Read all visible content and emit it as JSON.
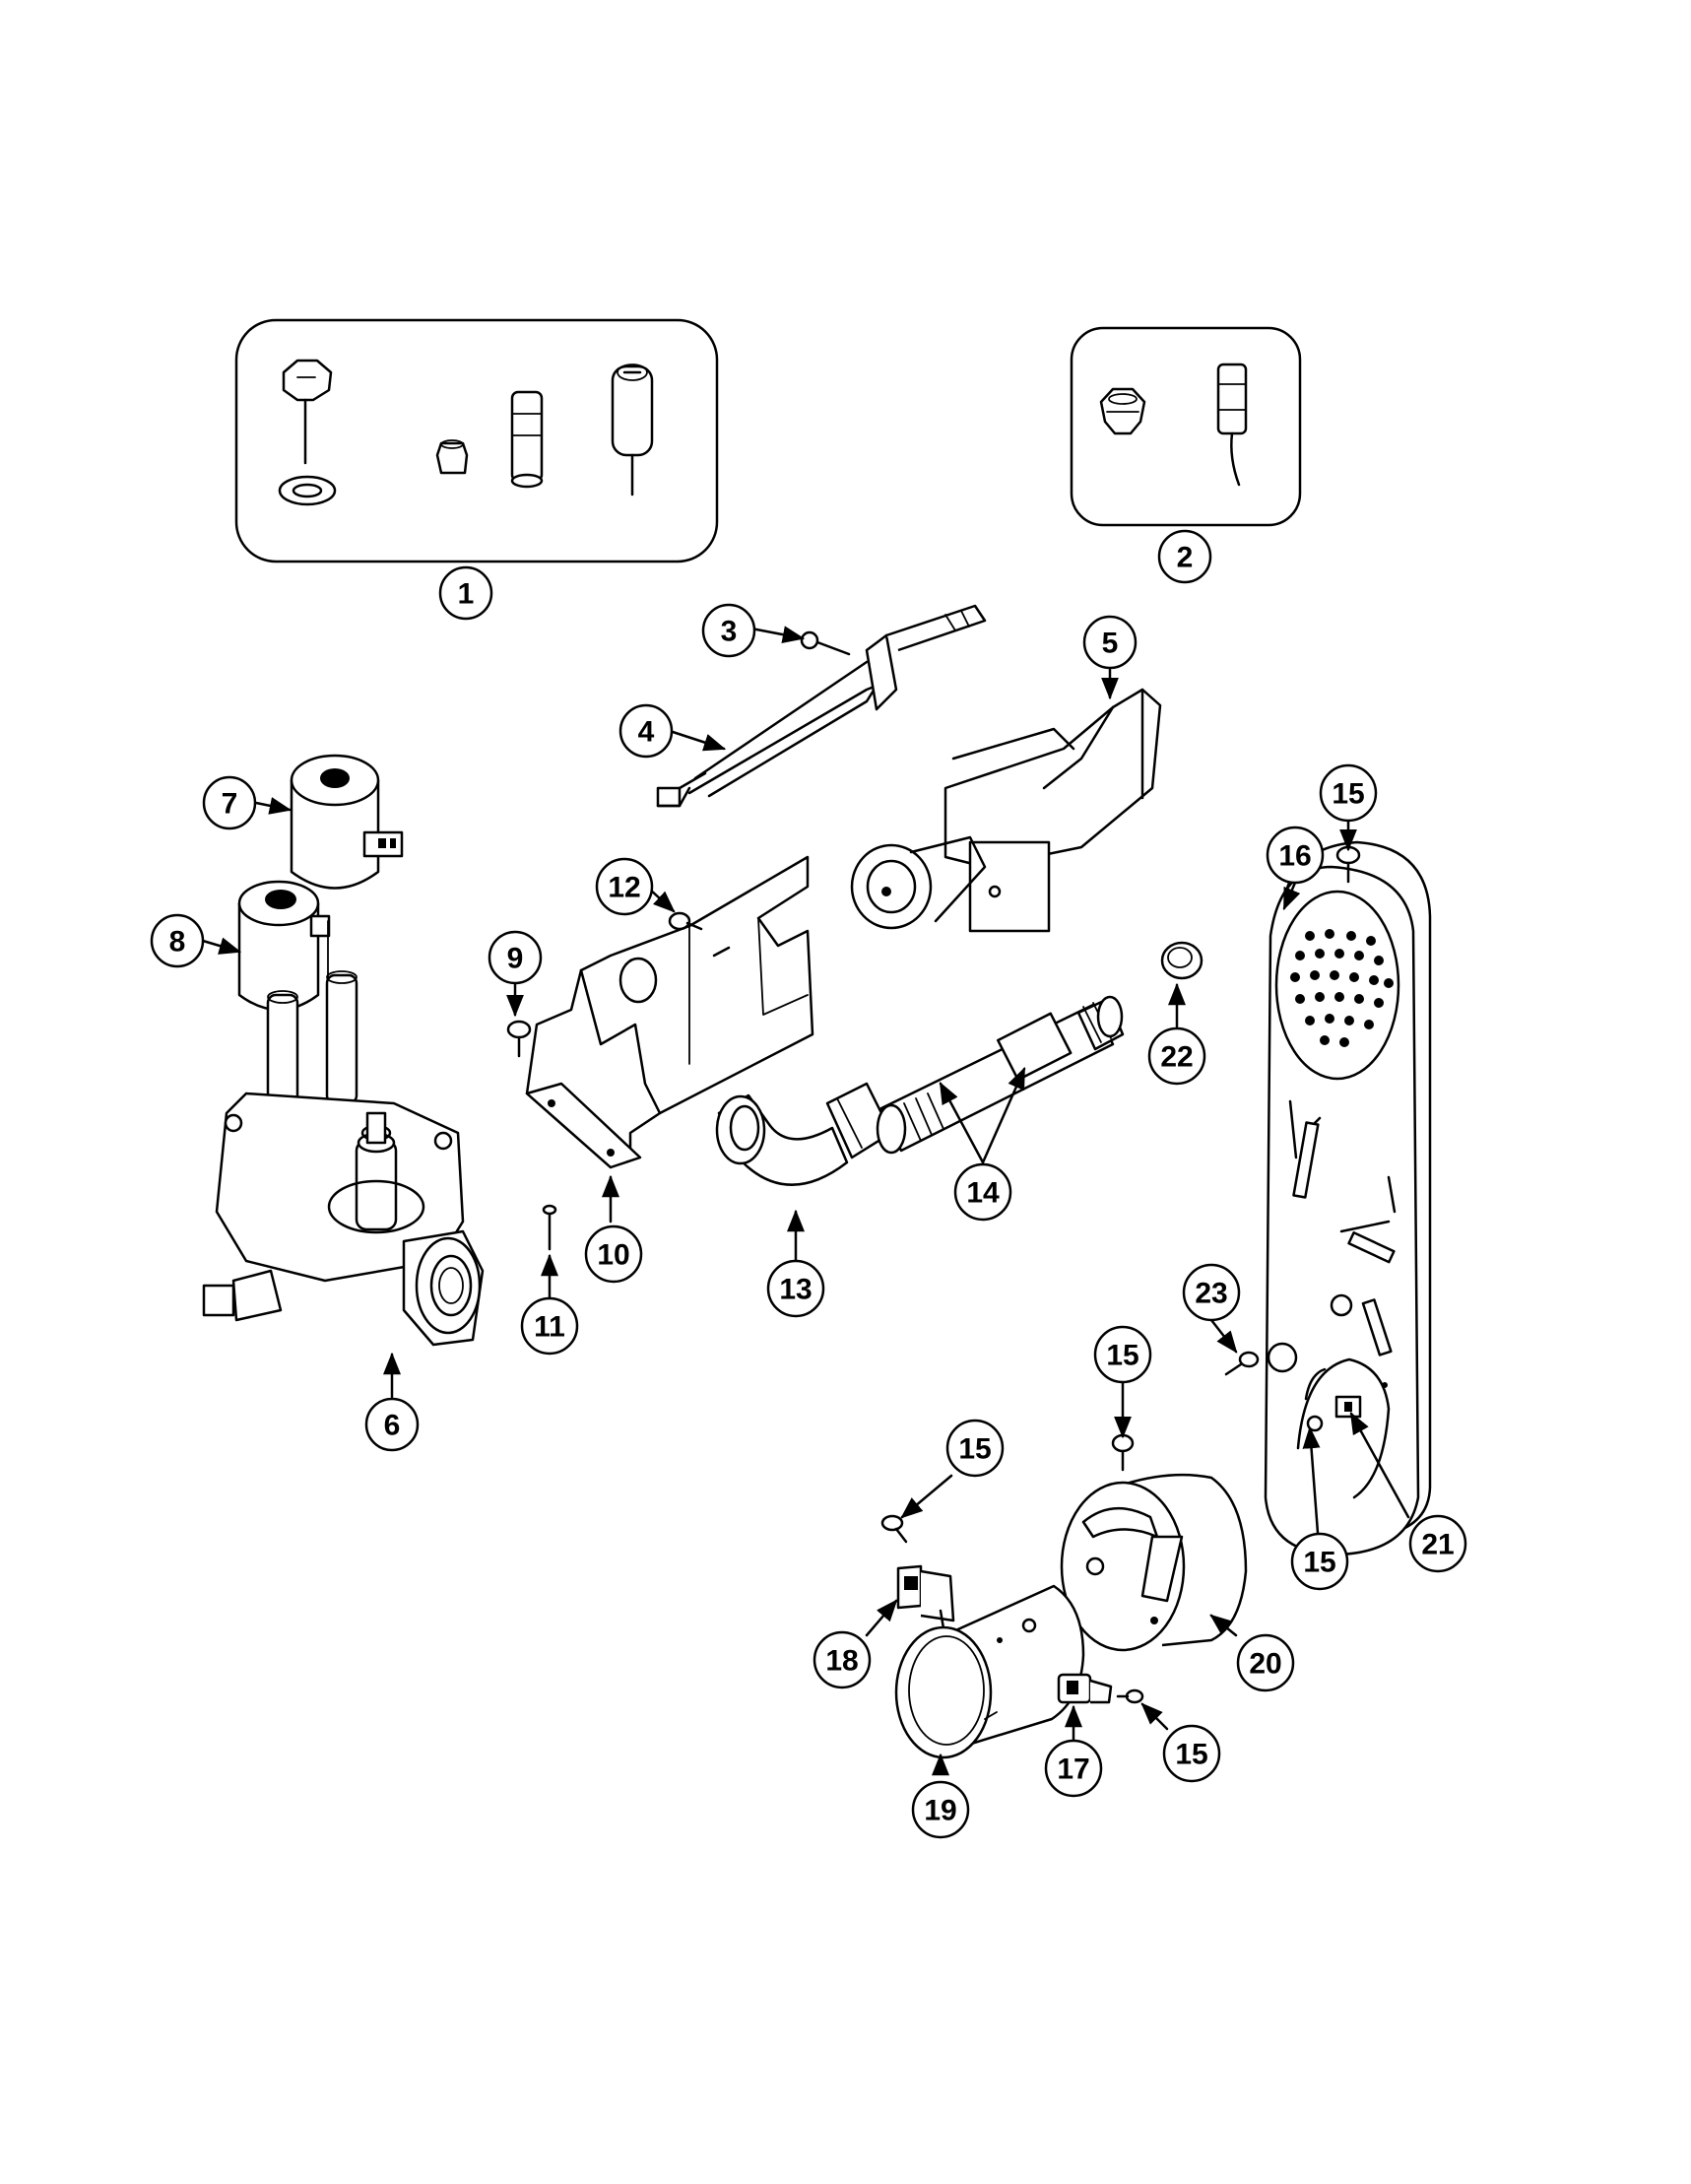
{
  "diagram": {
    "callouts": [
      {
        "id": "c1",
        "label": "1"
      },
      {
        "id": "c2",
        "label": "2"
      },
      {
        "id": "c3",
        "label": "3"
      },
      {
        "id": "c4",
        "label": "4"
      },
      {
        "id": "c5",
        "label": "5"
      },
      {
        "id": "c6",
        "label": "6"
      },
      {
        "id": "c7",
        "label": "7"
      },
      {
        "id": "c8",
        "label": "8"
      },
      {
        "id": "c9",
        "label": "9"
      },
      {
        "id": "c10",
        "label": "10"
      },
      {
        "id": "c11",
        "label": "11"
      },
      {
        "id": "c12",
        "label": "12"
      },
      {
        "id": "c13",
        "label": "13"
      },
      {
        "id": "c14",
        "label": "14"
      },
      {
        "id": "c15a",
        "label": "15"
      },
      {
        "id": "c15b",
        "label": "15"
      },
      {
        "id": "c15c",
        "label": "15"
      },
      {
        "id": "c15d",
        "label": "15"
      },
      {
        "id": "c15e",
        "label": "15"
      },
      {
        "id": "c16",
        "label": "16"
      },
      {
        "id": "c17",
        "label": "17"
      },
      {
        "id": "c18",
        "label": "18"
      },
      {
        "id": "c19",
        "label": "19"
      },
      {
        "id": "c20",
        "label": "20"
      },
      {
        "id": "c21",
        "label": "21"
      },
      {
        "id": "c22",
        "label": "22"
      },
      {
        "id": "c23",
        "label": "23"
      }
    ]
  }
}
